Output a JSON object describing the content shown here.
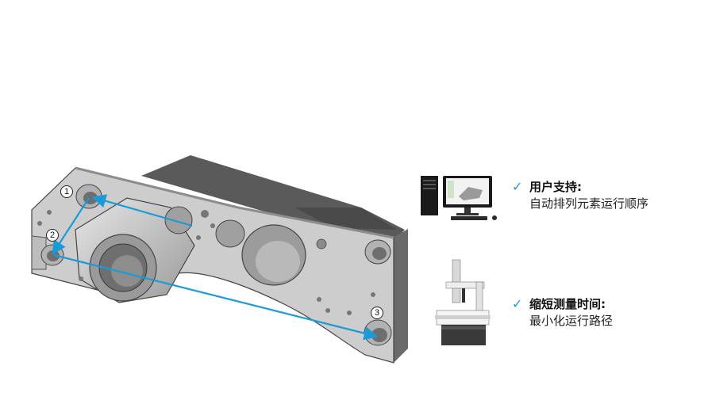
{
  "colors": {
    "part_face": "#c9c9c9",
    "part_dark": "#555555",
    "path_line": "#1a9bd7",
    "check": "#1a9bd7"
  },
  "markers": [
    "1",
    "2",
    "3"
  ],
  "features": [
    {
      "check_icon": "checkmark-icon",
      "title": "用户支持:",
      "description": "自动排列元素运行顺序",
      "image": "computer-icon"
    },
    {
      "check_icon": "checkmark-icon",
      "title": "缩短测量时间:",
      "description": "最小化运行路径",
      "image": "cmm-machine-icon"
    }
  ]
}
